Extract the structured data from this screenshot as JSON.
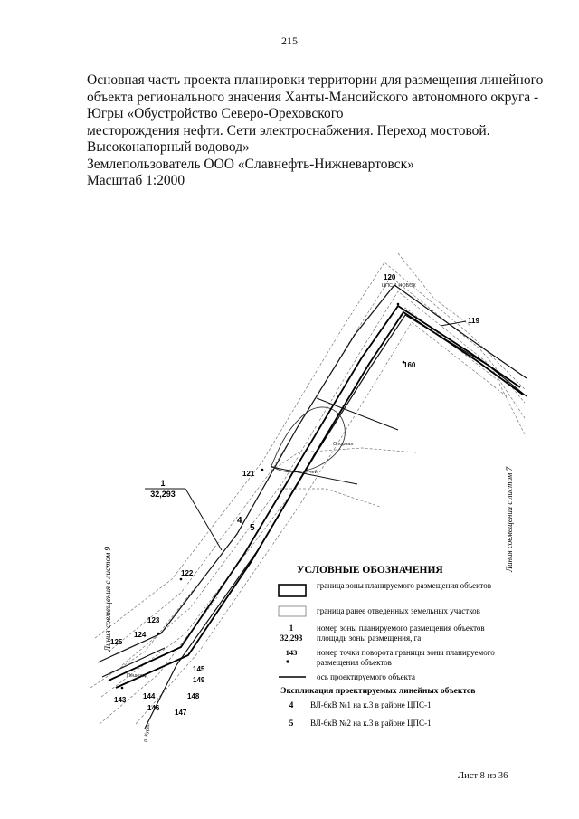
{
  "page_number": "215",
  "title_lines": [
    "Основная часть проекта планировки территории  для размещения линейного",
    "объекта регионального значения Ханты-Мансийского автономного округа -",
    "Югры «Обустройство Северо-Ореховского",
    "месторождения нефти. Сети электроснабжения. Переход мостовой.",
    "Высоконапорный водовод»",
    "Землепользователь ООО «Славнефть-Нижневартовск»",
    "Масштаб 1:2000"
  ],
  "map": {
    "match_line_left": "Линия совмещения с листом 9",
    "match_line_right": "Линия совмещения с листом 7",
    "zone_label": {
      "number": "1",
      "area": "32,293"
    },
    "point_labels": [
      "120",
      "119",
      "160",
      "121",
      "122",
      "123",
      "124",
      "125",
      "143",
      "144",
      "145",
      "146",
      "147",
      "148",
      "149"
    ],
    "line_labels": [
      "4",
      "5"
    ],
    "small_texts": {
      "top_caption": "ЦПС-1 НОБОК",
      "middle_caption": "Опорная",
      "stream": "ручей",
      "bottom_caption": "Пешеход",
      "river": "р. Курья"
    }
  },
  "legend": {
    "title": "УСЛОВНЫЕ ОБОЗНАЧЕНИЯ",
    "item1": "граница зоны планируемого размещения объектов",
    "item2": "граница ранее отведенных земельных участков",
    "item3_num": "1",
    "item3_area": "32,293",
    "item3_text1": "номер зоны планируемого размещения объектов",
    "item3_text2": "площадь зоны размещения, га",
    "item4_num": "143",
    "item4_text1": "номер точки поворота границы зоны планируемого",
    "item4_text2": "размещения объектов",
    "item5": "ось проектируемого объекта",
    "explication_title": "Экспликация проектируемых линейных объектов",
    "objects": [
      {
        "number": "4",
        "name": "ВЛ-6кВ №1 на к.3 в районе ЦПС-1"
      },
      {
        "number": "5",
        "name": "ВЛ-6кВ №2 на к.3 в районе ЦПС-1"
      }
    ]
  },
  "sheet_footer": "Лист 8 из 36"
}
